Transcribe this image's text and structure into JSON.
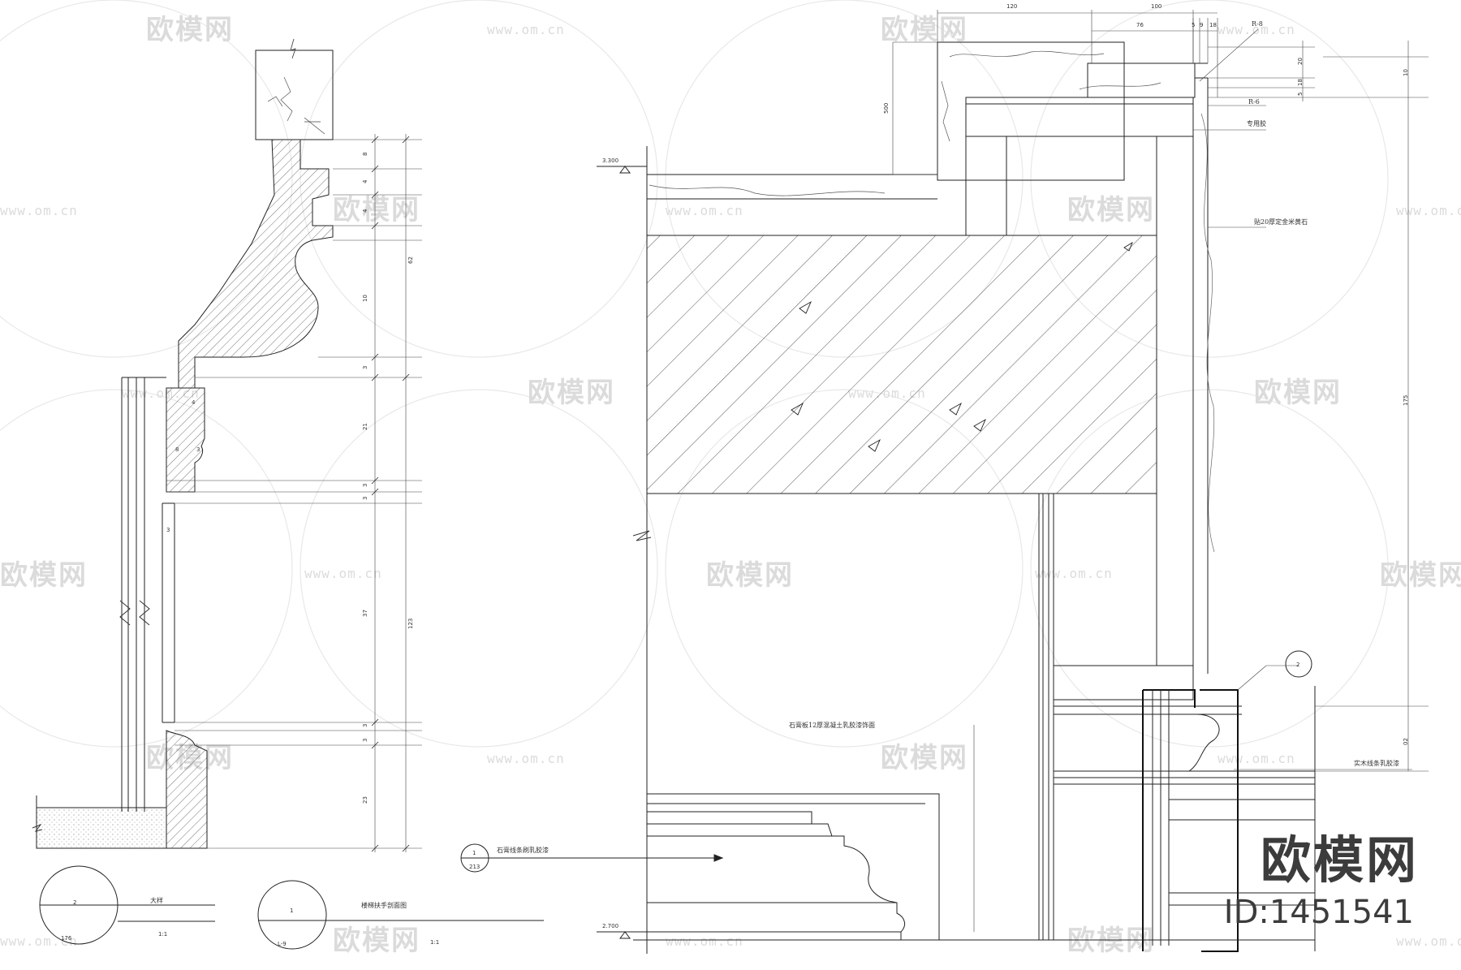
{
  "watermark": {
    "brand_text": "欧模网",
    "url_text": "www.om.cn",
    "id_text": "ID:1451541"
  },
  "left_detail": {
    "dims_right": [
      "8",
      "4",
      "4",
      "10",
      "3",
      "21",
      "3",
      "3",
      "37",
      "3",
      "3",
      "23"
    ],
    "dims_total": [
      "62",
      "123"
    ],
    "dims_small": [
      "4",
      "8",
      "3",
      "3"
    ],
    "callout_1": {
      "number": "2",
      "sheet": "176",
      "title": "大样",
      "scale": "1:1"
    },
    "callout_2": {
      "number": "1",
      "sheet": "L-9",
      "title": "楼梯扶手剖面图",
      "scale": "1:1"
    }
  },
  "right_detail": {
    "dims_top": [
      "120",
      "100",
      "76",
      "5",
      "9",
      "18"
    ],
    "dims_side": [
      "20",
      "18",
      "5"
    ],
    "dim_500": "500",
    "dim_right_total": [
      "10",
      "175",
      "02"
    ],
    "elevations": [
      "3.300",
      "2.700"
    ],
    "notes": {
      "r1": "R-8",
      "r2": "R-6",
      "glue": "专用胶",
      "stone": "贴20厚定金米黄石",
      "wall": "石膏板12厚混凝土乳胶漆饰面",
      "callout_text": "石膏线条刷乳胶漆",
      "wood": "实木线条乳胶漆"
    },
    "callout_3": {
      "number": "1",
      "sheet": "213"
    },
    "callout_4": {
      "number": "2"
    }
  }
}
